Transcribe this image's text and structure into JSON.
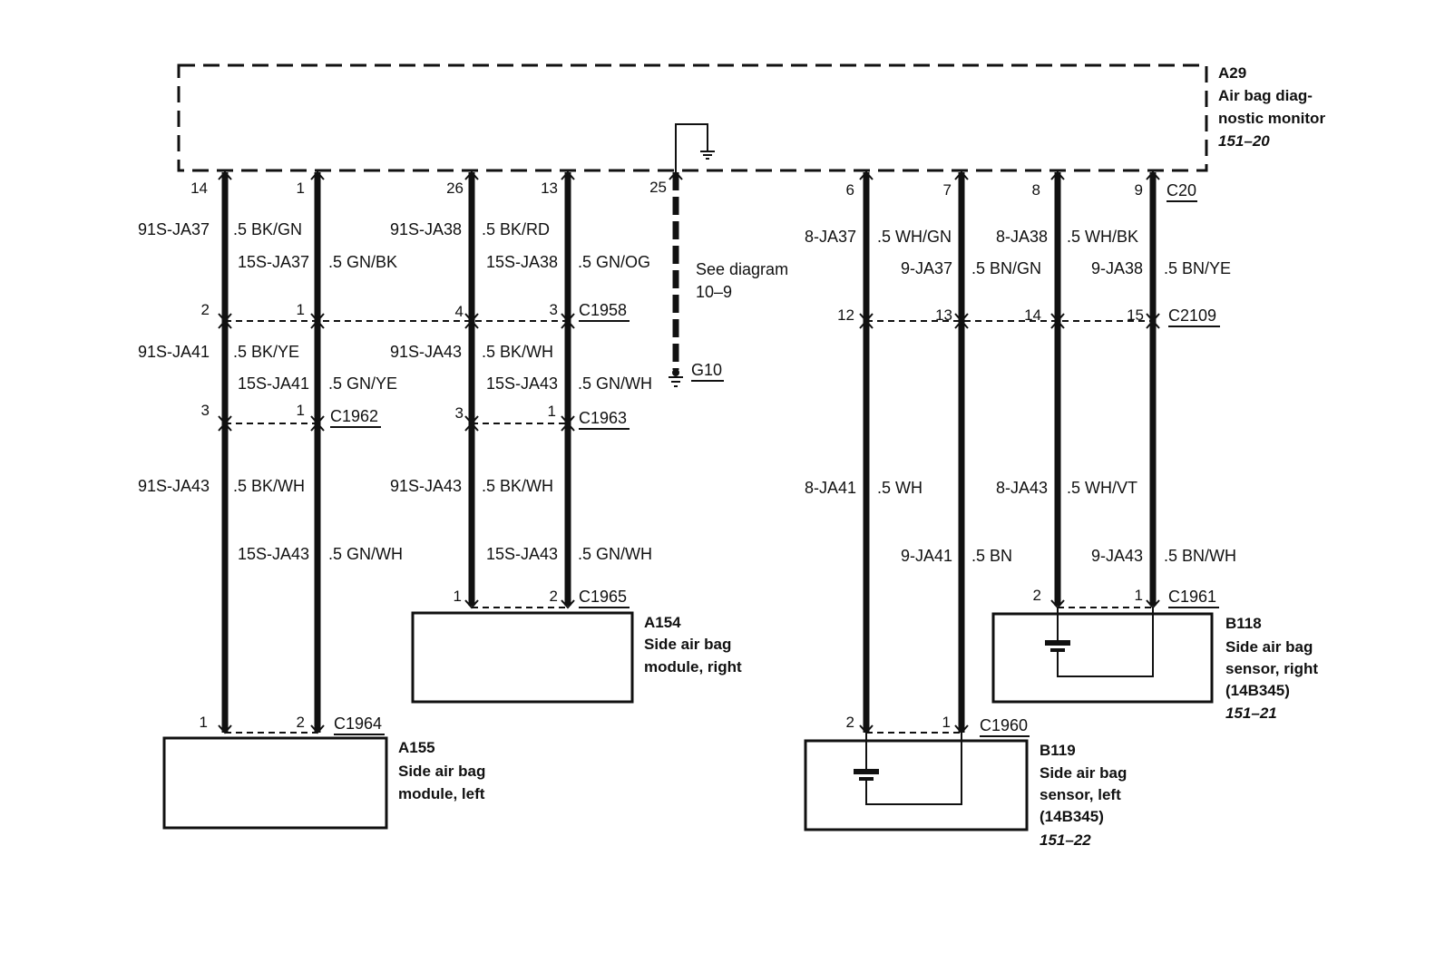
{
  "modules": {
    "a29": {
      "id": "A29",
      "line1": "Air bag diag-",
      "line2": "nostic monitor",
      "ref": "151–20"
    },
    "a154": {
      "id": "A154",
      "line1": "Side air bag",
      "line2": "module, right"
    },
    "a155": {
      "id": "A155",
      "line1": "Side air bag",
      "line2": "module, left"
    },
    "b118": {
      "id": "B118",
      "line1": "Side air bag",
      "line2": "sensor, right",
      "part": "(14B345)",
      "ref": "151–21"
    },
    "b119": {
      "id": "B119",
      "line1": "Side air bag",
      "line2": "sensor, left",
      "part": "(14B345)",
      "ref": "151–22"
    }
  },
  "connectors": {
    "c20": "C20",
    "c1958": "C1958",
    "c2109": "C2109",
    "c1962": "C1962",
    "c1963": "C1963",
    "c1964": "C1964",
    "c1965": "C1965",
    "c1960": "C1960",
    "c1961": "C1961",
    "g10": "G10"
  },
  "see_diagram": {
    "line1": "See diagram",
    "line2": "10–9"
  },
  "pins": {
    "a29_14": "14",
    "a29_1": "1",
    "a29_26": "26",
    "a29_13": "13",
    "a29_25": "25",
    "a29_6": "6",
    "a29_7": "7",
    "a29_8": "8",
    "a29_9": "9",
    "c1958_2": "2",
    "c1958_1": "1",
    "c1958_4": "4",
    "c1958_3": "3",
    "c2109_12": "12",
    "c2109_13": "13",
    "c2109_14": "14",
    "c2109_15": "15",
    "c1962_3": "3",
    "c1962_1": "1",
    "c1963_3": "3",
    "c1963_1": "1",
    "c1965_1": "1",
    "c1965_2": "2",
    "c1961_2": "2",
    "c1961_1": "1",
    "c1964_1": "1",
    "c1964_2": "2",
    "c1960_2": "2",
    "c1960_1": "1"
  },
  "circuits": {
    "s1_w1": {
      "circuit": "91S-JA37",
      "wire": ".5 BK/GN"
    },
    "s1_w2": {
      "circuit": "15S-JA37",
      "wire": ".5 GN/BK"
    },
    "s1_w3": {
      "circuit": "91S-JA38",
      "wire": ".5 BK/RD"
    },
    "s1_w4": {
      "circuit": "15S-JA38",
      "wire": ".5 GN/OG"
    },
    "s1_w6": {
      "circuit": "8-JA37",
      "wire": ".5 WH/GN"
    },
    "s1_w7": {
      "circuit": "9-JA37",
      "wire": ".5 BN/GN"
    },
    "s1_w8": {
      "circuit": "8-JA38",
      "wire": ".5 WH/BK"
    },
    "s1_w9": {
      "circuit": "9-JA38",
      "wire": ".5 BN/YE"
    },
    "s2_w1": {
      "circuit": "91S-JA41",
      "wire": ".5 BK/YE"
    },
    "s2_w2": {
      "circuit": "15S-JA41",
      "wire": ".5 GN/YE"
    },
    "s2_w3": {
      "circuit": "91S-JA43",
      "wire": ".5 BK/WH"
    },
    "s2_w4": {
      "circuit": "15S-JA43",
      "wire": ".5 GN/WH"
    },
    "s3_w1": {
      "circuit": "91S-JA43",
      "wire": ".5 BK/WH"
    },
    "s3_w2": {
      "circuit": "15S-JA43",
      "wire": ".5 GN/WH"
    },
    "s3_w3": {
      "circuit": "91S-JA43",
      "wire": ".5 BK/WH"
    },
    "s3_w4": {
      "circuit": "15S-JA43",
      "wire": ".5 GN/WH"
    },
    "s3_w6": {
      "circuit": "8-JA41",
      "wire": ".5 WH"
    },
    "s3_w7": {
      "circuit": "9-JA41",
      "wire": ".5 BN"
    },
    "s3_w8": {
      "circuit": "8-JA43",
      "wire": ".5 WH/VT"
    },
    "s3_w9": {
      "circuit": "9-JA43",
      "wire": ".5 BN/WH"
    }
  }
}
